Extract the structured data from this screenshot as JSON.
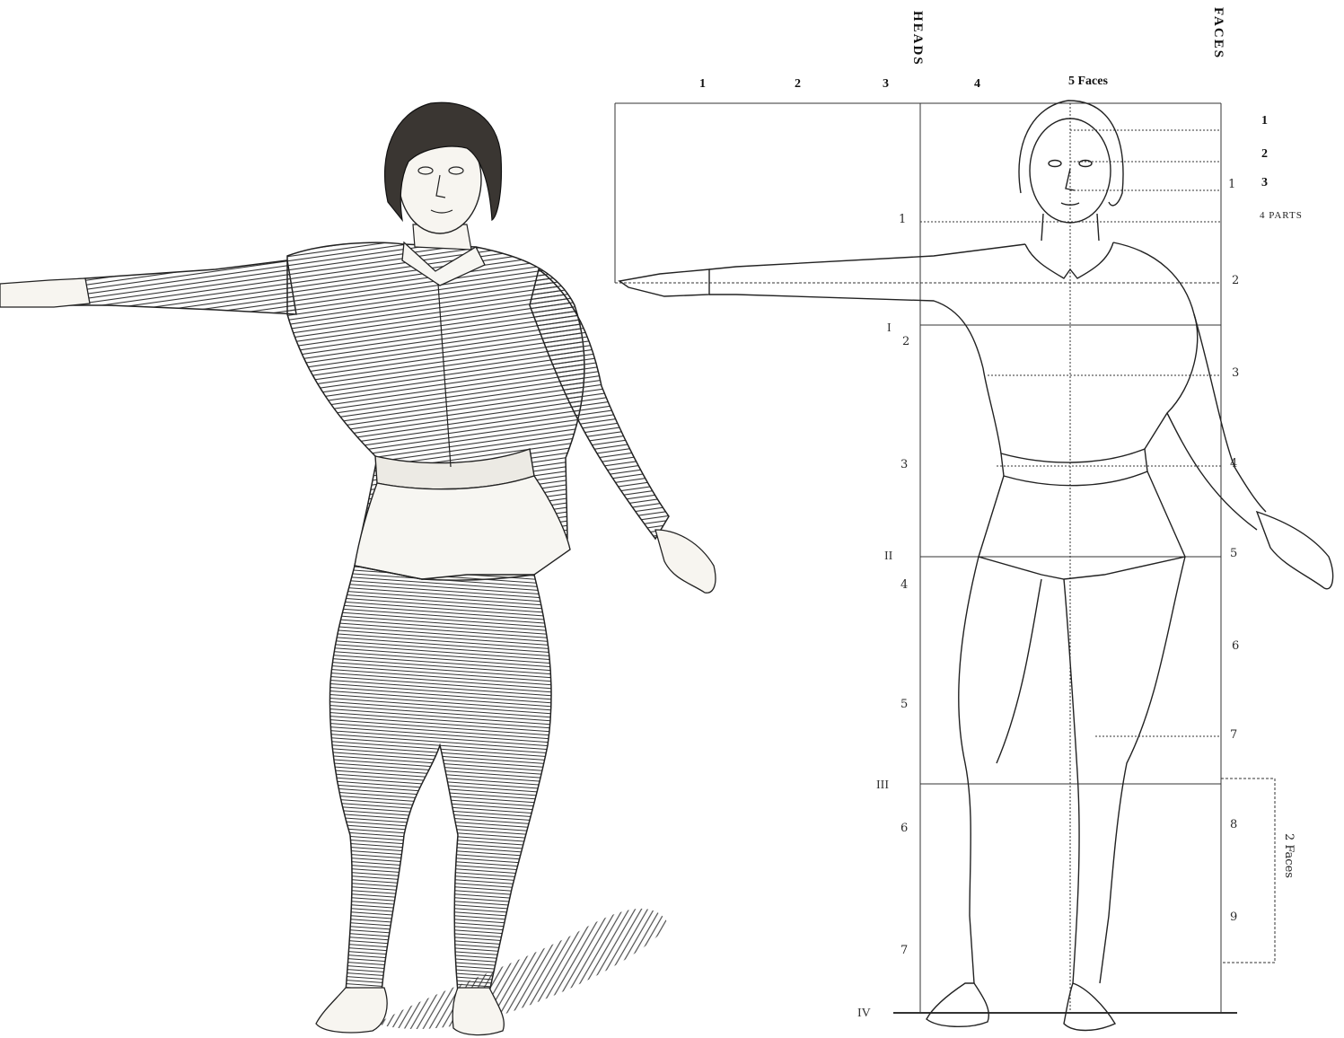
{
  "diagram": {
    "vertical_titles": {
      "heads": "HEADS",
      "faces": "FACES"
    },
    "top_scale": [
      "1",
      "2",
      "3",
      "4",
      "5 Faces"
    ],
    "head_scale": [
      "1",
      "2",
      "3",
      "4",
      "5",
      "6",
      "7"
    ],
    "roman_scale": [
      "I",
      "II",
      "III",
      "IV"
    ],
    "face_scale_right": [
      "1",
      "2",
      "3",
      "4",
      "5",
      "6",
      "7",
      "8",
      "9"
    ],
    "face_subdivisions": [
      "1",
      "2",
      "3"
    ],
    "parts_label": "4 PARTS",
    "face_one_marker": "1",
    "bracket_label": "2 Faces"
  }
}
